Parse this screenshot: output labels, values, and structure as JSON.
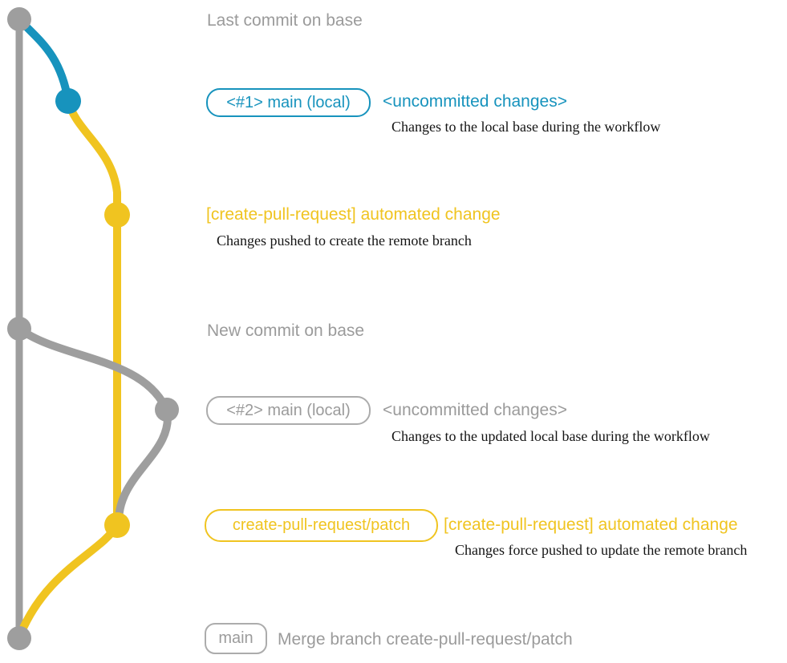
{
  "colors": {
    "base_gray": "#9E9E9E",
    "text_gray": "#9B9B9B",
    "border_gray": "#ACACAC",
    "blue": "#1793BD",
    "yellow": "#F0C420",
    "desc_black": "#141414"
  },
  "labels": {
    "last_commit": "Last commit on base",
    "row1": {
      "badge": "<#1> main (local)",
      "title": "<uncommitted changes>",
      "desc": "Changes to the local base during the workflow"
    },
    "row2": {
      "title": "[create-pull-request] automated change",
      "desc": "Changes pushed to create the remote branch"
    },
    "new_commit": "New commit on base",
    "row4": {
      "badge": "<#2> main (local)",
      "title": "<uncommitted changes>",
      "desc": "Changes to the updated local base during the workflow"
    },
    "row5": {
      "badge": "create-pull-request/patch",
      "title": "[create-pull-request] automated change",
      "desc": "Changes force pushed to update the remote branch"
    },
    "row6": {
      "badge": "main",
      "text": "Merge branch create-pull-request/patch"
    }
  }
}
